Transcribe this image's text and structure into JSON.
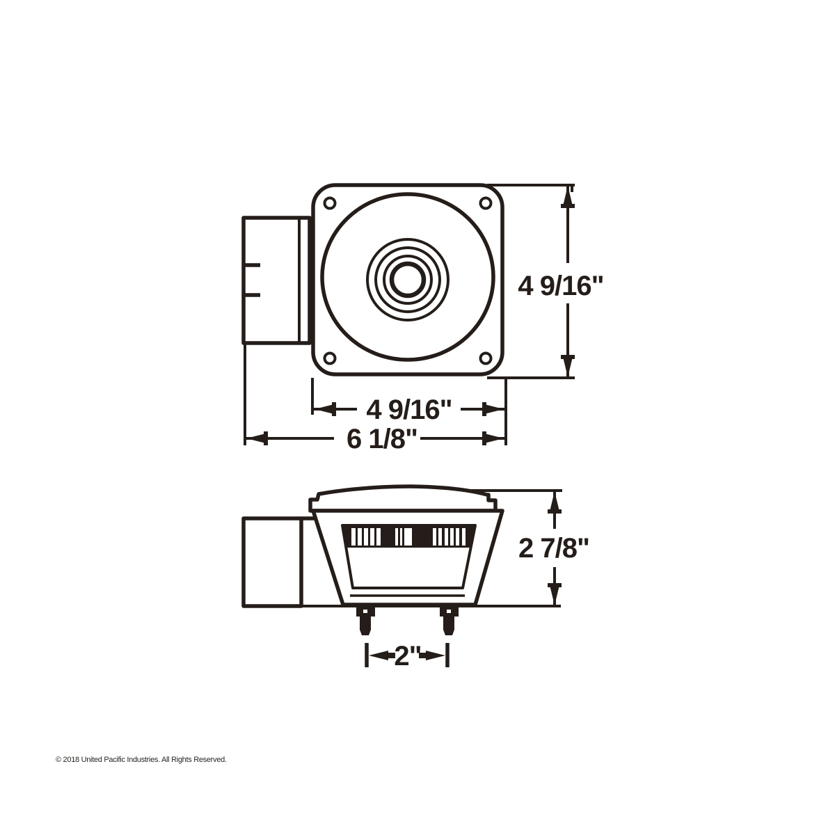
{
  "page": {
    "background_color": "#ffffff",
    "line_color": "#241d19"
  },
  "views": {
    "front_view": {
      "name": "front-view",
      "dim_height": "4 9/16\"",
      "dim_lens_width": "4 9/16\"",
      "dim_total_width": "6 1/8\""
    },
    "side_view": {
      "name": "side-view",
      "dim_height": "2 7/8\"",
      "dim_stud_spacing": "2\""
    }
  },
  "footer": {
    "copyright": "© 2018 United Pacific Industries. All Rights Reserved."
  }
}
